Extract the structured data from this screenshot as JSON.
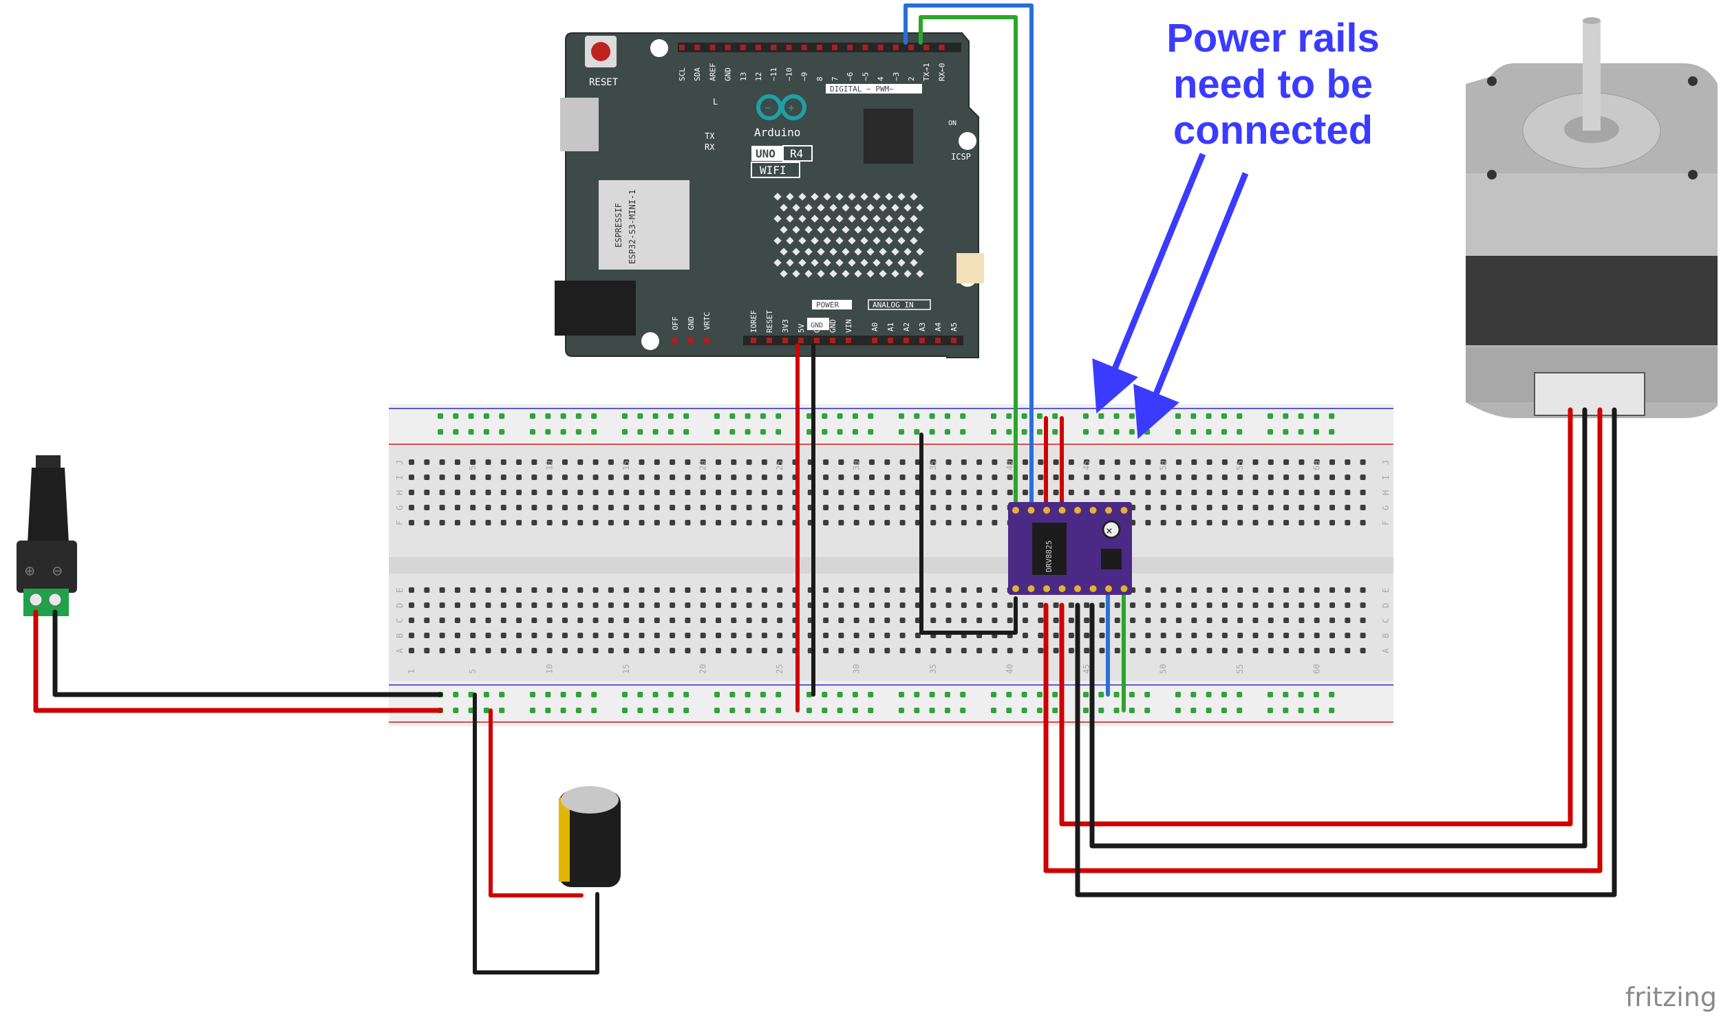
{
  "annotation": {
    "lines": [
      "Power rails",
      "need to be",
      "connected"
    ],
    "color": "#3b3bff"
  },
  "watermark": "fritzing",
  "arduino": {
    "board_color": "#3d4a48",
    "reset": "RESET",
    "logo": "Arduino",
    "model": "UNO",
    "revision": "R4",
    "wifi": "WIFI",
    "module_vendor": "ESPRESSIF",
    "module_name": "ESP32-S3-MINI-1",
    "header_digital": "DIGITAL ~ PWM~",
    "header_power": "POWER",
    "header_analog": "ANALOG IN",
    "icsp": "ICSP",
    "led_l": "L",
    "led_tx": "TX",
    "led_rx": "RX",
    "on": "ON",
    "gnd_label": "GND",
    "top_pins": [
      "SCL",
      "SDA",
      "AREF",
      "GND",
      "13",
      "12",
      "~11",
      "~10",
      "~9",
      "8",
      "7",
      "~6",
      "~5",
      "4",
      "~3",
      "2",
      "TX→1",
      "RX←0"
    ],
    "power_pins": [
      "IOREF",
      "RESET",
      "3V3",
      "5V",
      "GND",
      "GND",
      "VIN"
    ],
    "analog_pins": [
      "A0",
      "A1",
      "A2",
      "A3",
      "A4",
      "A5"
    ],
    "side_pins": [
      "OFF",
      "GND",
      "VRTC"
    ]
  },
  "breadboard": {
    "column_numbers_top": [
      "5",
      "10",
      "15",
      "20",
      "25",
      "30",
      "35",
      "40",
      "45",
      "50",
      "55",
      "60"
    ],
    "column_numbers_bottom": [
      "1",
      "5",
      "10",
      "15",
      "20",
      "25",
      "30",
      "35",
      "40",
      "45",
      "50",
      "55",
      "60"
    ],
    "row_letters_top": [
      "J",
      "I",
      "H",
      "G",
      "F"
    ],
    "row_letters_bottom": [
      "E",
      "D",
      "C",
      "B",
      "A"
    ]
  },
  "power_jack": {
    "plus": "⊕",
    "minus": "⊖"
  },
  "wire_colors": {
    "red": "#d10000",
    "black": "#1a1a1a",
    "green": "#2aa62a",
    "blue": "#2a6fd8"
  },
  "driver": {
    "chip_label": "DRV8825",
    "color": "#4b2a86"
  },
  "capacitor": {
    "body_color": "#1d1d1d",
    "stripe_color": "#e0b600"
  },
  "motor": {
    "body_color": "#b4b4b4",
    "connector": "4-pin"
  }
}
